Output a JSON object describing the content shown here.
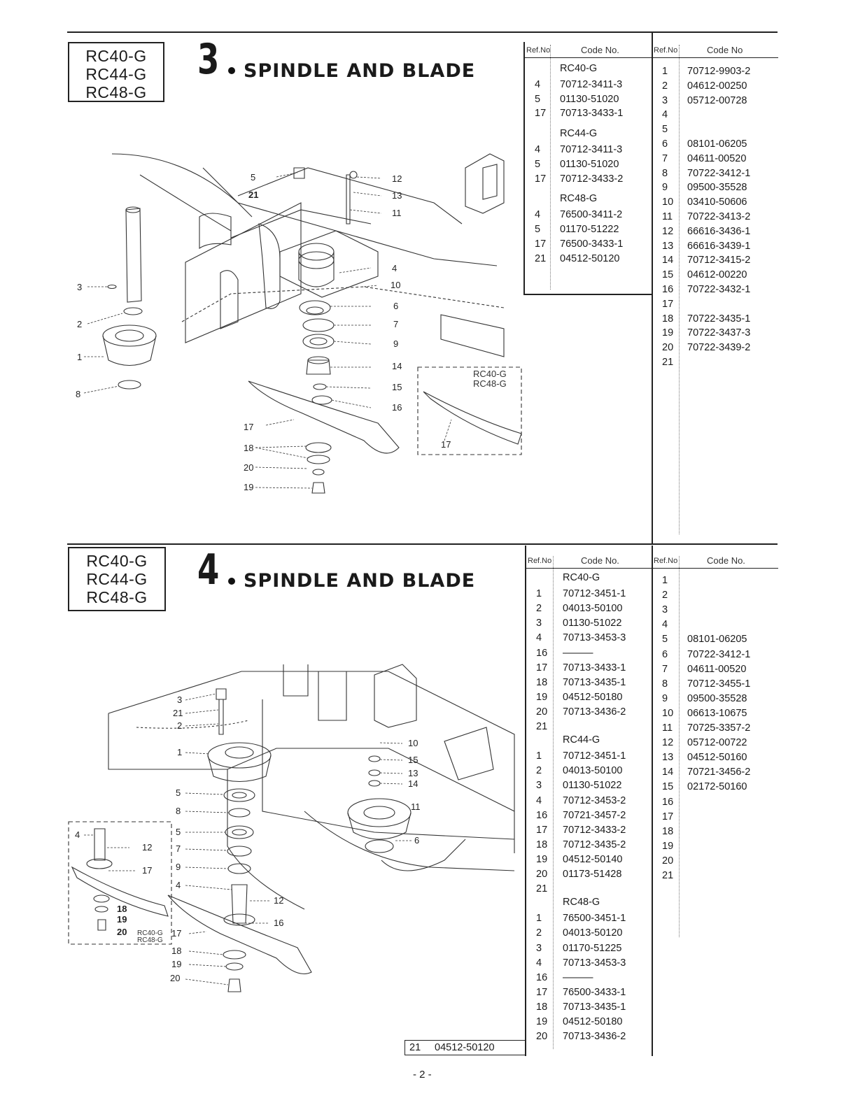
{
  "sections": [
    {
      "models": [
        "RC40-G",
        "RC44-G",
        "RC48-G"
      ],
      "number": "3",
      "title": "SPINDLE AND BLADE",
      "header": {
        "ref": "Ref.No",
        "code": "Code No.",
        "ref2": "Ref.No",
        "code2": "Code No"
      },
      "left_groups": [
        {
          "model": "RC40-G",
          "rows": [
            [
              "4",
              "70712-3411-3"
            ],
            [
              "5",
              "01130-51020"
            ],
            [
              "17",
              "70713-3433-1"
            ]
          ]
        },
        {
          "model": "RC44-G",
          "rows": [
            [
              "4",
              "70712-3411-3"
            ],
            [
              "5",
              "01130-51020"
            ],
            [
              "17",
              "70712-3433-2"
            ]
          ]
        },
        {
          "model": "RC48-G",
          "rows": [
            [
              "4",
              "76500-3411-2"
            ],
            [
              "5",
              "01170-51222"
            ],
            [
              "17",
              "76500-3433-1"
            ],
            [
              "21",
              "04512-50120"
            ]
          ]
        }
      ],
      "right_rows": [
        [
          "1",
          "70712-9903-2"
        ],
        [
          "2",
          "04612-00250"
        ],
        [
          "3",
          "05712-00728"
        ],
        [
          "4",
          ""
        ],
        [
          "5",
          ""
        ],
        [
          "6",
          "08101-06205"
        ],
        [
          "7",
          "04611-00520"
        ],
        [
          "8",
          "70722-3412-1"
        ],
        [
          "9",
          "09500-35528"
        ],
        [
          "10",
          "03410-50606"
        ],
        [
          "11",
          "70722-3413-2"
        ],
        [
          "12",
          "66616-3436-1"
        ],
        [
          "13",
          "66616-3439-1"
        ],
        [
          "14",
          "70712-3415-2"
        ],
        [
          "15",
          "04612-00220"
        ],
        [
          "16",
          "70722-3432-1"
        ],
        [
          "17",
          ""
        ],
        [
          "18",
          "70722-3435-1"
        ],
        [
          "19",
          "70722-3437-3"
        ],
        [
          "20",
          "70722-3439-2"
        ],
        [
          "21",
          ""
        ]
      ],
      "inset_label": [
        "RC40-G",
        "RC48-G"
      ],
      "callouts": [
        "1",
        "2",
        "3",
        "4",
        "5",
        "6",
        "7",
        "8",
        "9",
        "10",
        "11",
        "12",
        "13",
        "14",
        "15",
        "16",
        "17",
        "18",
        "19",
        "20",
        "21"
      ]
    },
    {
      "models": [
        "RC40-G",
        "RC44-G",
        "RC48-G"
      ],
      "number": "4",
      "title": "SPINDLE AND BLADE",
      "header": {
        "ref": "Ref.No",
        "code": "Code No.",
        "ref2": "Ref.No",
        "code2": "Code No."
      },
      "left_groups": [
        {
          "model": "RC40-G",
          "rows": [
            [
              "1",
              "70712-3451-1"
            ],
            [
              "2",
              "04013-50100"
            ],
            [
              "3",
              "01130-51022"
            ],
            [
              "4",
              "70713-3453-3"
            ],
            [
              "16",
              "———"
            ],
            [
              "17",
              "70713-3433-1"
            ],
            [
              "18",
              "70713-3435-1"
            ],
            [
              "19",
              "04512-50180"
            ],
            [
              "20",
              "70713-3436-2"
            ],
            [
              "21",
              ""
            ]
          ]
        },
        {
          "model": "RC44-G",
          "rows": [
            [
              "1",
              "70712-3451-1"
            ],
            [
              "2",
              "04013-50100"
            ],
            [
              "3",
              "01130-51022"
            ],
            [
              "4",
              "70712-3453-2"
            ],
            [
              "16",
              "70721-3457-2"
            ],
            [
              "17",
              "70712-3433-2"
            ],
            [
              "18",
              "70712-3435-2"
            ],
            [
              "19",
              "04512-50140"
            ],
            [
              "20",
              "01173-51428"
            ],
            [
              "21",
              ""
            ]
          ]
        },
        {
          "model": "RC48-G",
          "rows": [
            [
              "1",
              "76500-3451-1"
            ],
            [
              "2",
              "04013-50120"
            ],
            [
              "3",
              "01170-51225"
            ],
            [
              "4",
              "70713-3453-3"
            ],
            [
              "16",
              "———"
            ],
            [
              "17",
              "76500-3433-1"
            ],
            [
              "18",
              "70713-3435-1"
            ],
            [
              "19",
              "04512-50180"
            ],
            [
              "20",
              "70713-3436-2"
            ]
          ]
        }
      ],
      "right_rows": [
        [
          "1",
          ""
        ],
        [
          "2",
          ""
        ],
        [
          "3",
          ""
        ],
        [
          "4",
          ""
        ],
        [
          "5",
          "08101-06205"
        ],
        [
          "6",
          "70722-3412-1"
        ],
        [
          "7",
          "04611-00520"
        ],
        [
          "8",
          "70712-3455-1"
        ],
        [
          "9",
          "09500-35528"
        ],
        [
          "10",
          "06613-10675"
        ],
        [
          "11",
          "70725-3357-2"
        ],
        [
          "12",
          "05712-00722"
        ],
        [
          "13",
          "04512-50160"
        ],
        [
          "14",
          "70721-3456-2"
        ],
        [
          "15",
          "02172-50160"
        ],
        [
          "16",
          ""
        ],
        [
          "17",
          ""
        ],
        [
          "18",
          ""
        ],
        [
          "19",
          ""
        ],
        [
          "20",
          ""
        ],
        [
          "21",
          ""
        ]
      ],
      "bottom_row": [
        "21",
        "04512-50120"
      ],
      "inset_label": [
        "RC40-G",
        "RC48-G"
      ]
    }
  ],
  "page_number": "- 2 -"
}
